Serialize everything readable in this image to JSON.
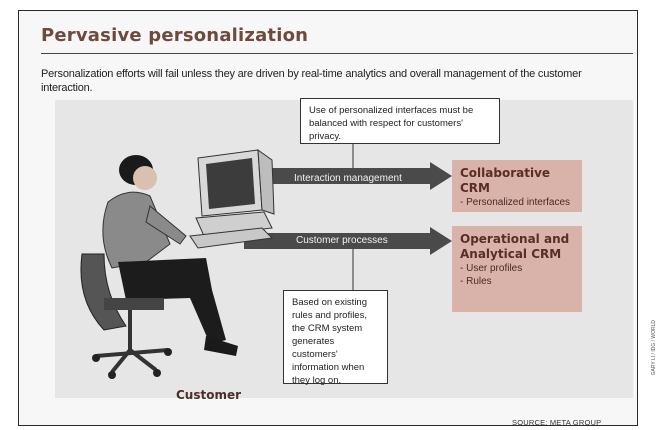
{
  "title": "Pervasive personalization",
  "subtitle": "Personalization efforts will fail unless they are driven by real-time analytics and overall management of the customer interaction.",
  "arrows": [
    {
      "label": "Interaction management"
    },
    {
      "label": "Customer processes"
    }
  ],
  "callout_top": "Use of personalized interfaces must be balanced with respect for customers' privacy.",
  "callout_bottom": "Based on existing rules and profiles, the CRM system generates customers' information when they log on.",
  "boxes": [
    {
      "heading": "Collaborative CRM",
      "items": [
        "- Personalized interfaces"
      ]
    },
    {
      "heading": "Operational and Analytical CRM",
      "items": [
        "- User profiles",
        "- Rules"
      ]
    }
  ],
  "customer_label": "Customer",
  "source": "SOURCE: META GROUP",
  "credit": "GARY LI / IDG / WORLD"
}
